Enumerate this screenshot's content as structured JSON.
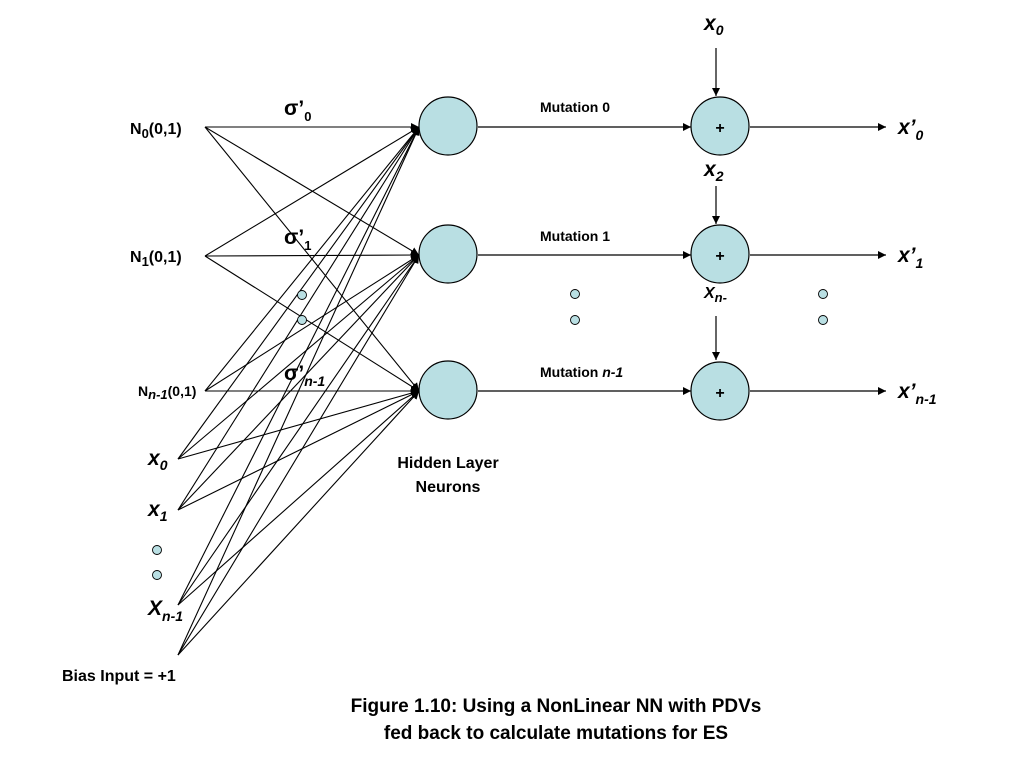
{
  "inputs": {
    "n0": {
      "base": "N",
      "sub": "0",
      "suffix": "(0,1)"
    },
    "n1": {
      "base": "N",
      "sub": "1",
      "suffix": "(0,1)"
    },
    "nn1": {
      "base": "N",
      "sub": "n-1",
      "suffix": "(0,1)"
    },
    "x0": {
      "base": "x",
      "sub": "0"
    },
    "x1": {
      "base": "x",
      "sub": "1"
    },
    "xn1": {
      "base": "X",
      "sub": "n-1"
    },
    "bias": "Bias Input = +1"
  },
  "sigmas": [
    {
      "base": "σ’",
      "sub": "0"
    },
    {
      "base": "σ’",
      "sub": "1"
    },
    {
      "base": "σ’",
      "sub": "n-1"
    }
  ],
  "hidden_label": {
    "line1": "Hidden Layer",
    "line2": "Neurons"
  },
  "mutations": {
    "m0": "Mutation 0",
    "m1": "Mutation 1",
    "m2_prefix": "Mutation ",
    "m2_italic": "n-1"
  },
  "adder_symbol": "+",
  "adder_inputs": [
    {
      "base": "x",
      "sub": "0"
    },
    {
      "base": "x",
      "sub": "2"
    },
    {
      "base": "X",
      "sub": "n-"
    }
  ],
  "outputs": [
    {
      "base": "x’",
      "sub": "0"
    },
    {
      "base": "x’",
      "sub": "1"
    },
    {
      "base": "x’",
      "sub": "n-1"
    }
  ],
  "caption": {
    "line1": "Figure 1.10: Using a NonLinear NN with PDVs",
    "line2": "fed back to calculate mutations for ES"
  },
  "colors": {
    "node_fill": "#b9dfe3",
    "stroke": "#000000"
  }
}
